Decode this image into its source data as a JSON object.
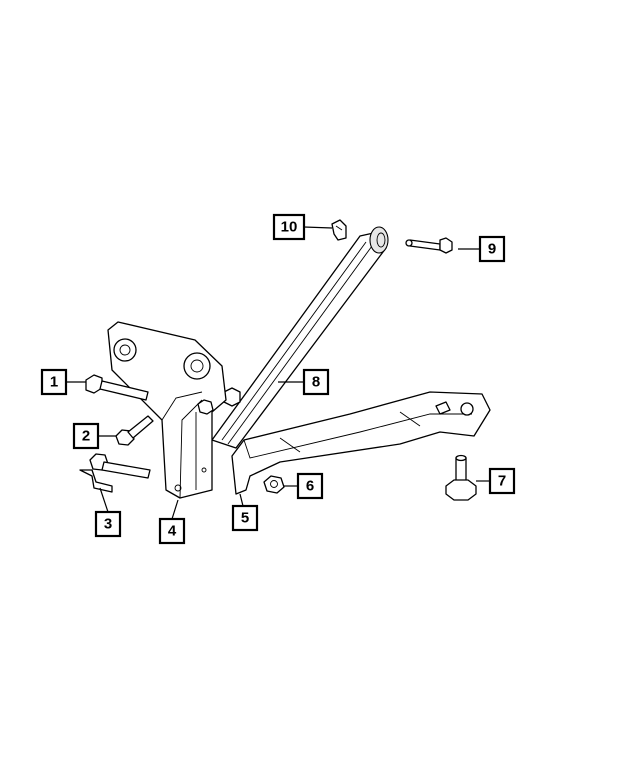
{
  "callouts": [
    {
      "id": "1",
      "label": "1"
    },
    {
      "id": "2",
      "label": "2"
    },
    {
      "id": "3",
      "label": "3"
    },
    {
      "id": "4",
      "label": "4"
    },
    {
      "id": "5",
      "label": "5"
    },
    {
      "id": "6",
      "label": "6"
    },
    {
      "id": "7",
      "label": "7"
    },
    {
      "id": "8",
      "label": "8"
    },
    {
      "id": "9",
      "label": "9"
    },
    {
      "id": "10",
      "label": "10"
    }
  ],
  "colors": {
    "line": "#000000",
    "background": "#ffffff",
    "shade": "#e6e6e6"
  }
}
